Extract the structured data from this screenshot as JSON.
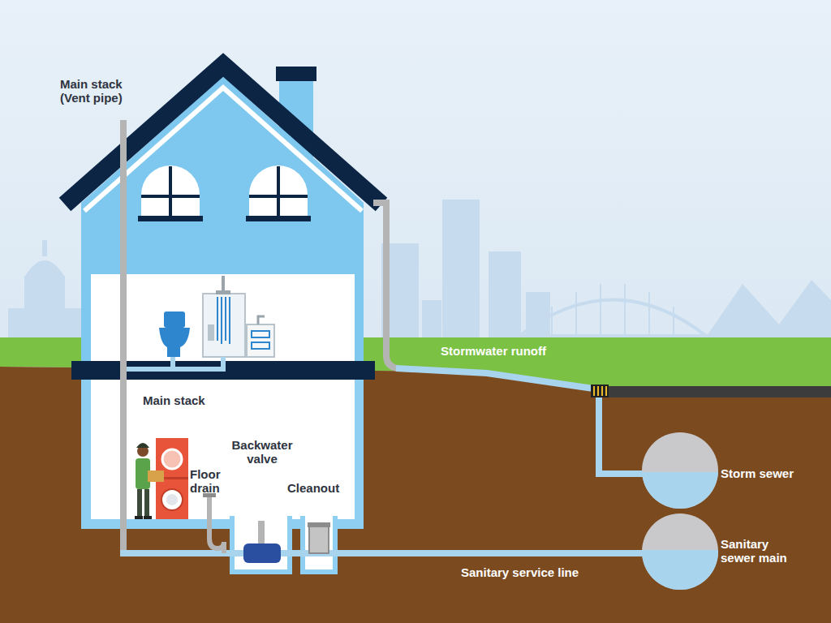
{
  "diagram": {
    "nodes": [
      {
        "text": [
          "Storm sewer"
        ]
      },
      {
        "text": [
          "Sanitary sewer main"
        ]
      }
    ],
    "labels": [
      "Main stack (Vent pipe)",
      "Main stack",
      "Floor drain",
      "Backwater valve",
      "Cleanout",
      "Stormwater runoff",
      "Sanitary service line"
    ]
  }
}
